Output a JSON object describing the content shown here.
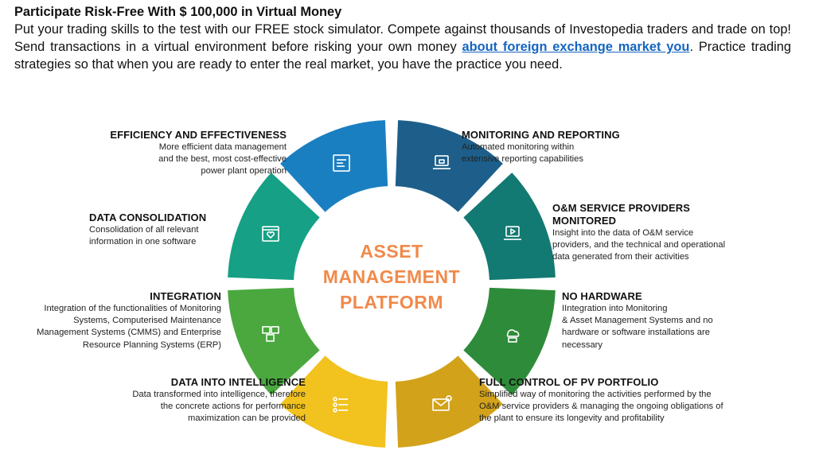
{
  "intro": {
    "headline": "Participate Risk-Free With $ 100,000 in Virtual Money",
    "body_before_link": "Put your trading skills to the test with our FREE stock simulator. Compete against thousands of Investopedia traders and trade on top! Send transactions in a virtual environment before risking your own money ",
    "link_text": "about foreign exchange market you",
    "body_after_link": ". Practice trading strategies so that when you are ready to enter the real market, you have the practice you need."
  },
  "diagram": {
    "center_lines": [
      "ASSET",
      "MANAGEMENT",
      "PLATFORM"
    ],
    "segments": [
      {
        "title": "EFFICIENCY AND EFFECTIVENESS",
        "desc": [
          "More efficient data management",
          "and the best, most cost-effective",
          "power plant operation"
        ],
        "color": "#1a7fc1",
        "icon": "document-chart-icon"
      },
      {
        "title": "MONITORING AND REPORTING",
        "desc": [
          "Automated monitoring within",
          "extensive reporting capabilities"
        ],
        "color": "#1d5f8a",
        "icon": "laptop-chat-icon"
      },
      {
        "title_lines": [
          "O&M SERVICE PROVIDERS",
          "MONITORED"
        ],
        "desc": [
          "Insight into the data of O&M service",
          "providers, and the technical and operational",
          "data generated from their activities"
        ],
        "color": "#127a72",
        "icon": "laptop-video-icon"
      },
      {
        "title": "NO HARDWARE",
        "desc": [
          "IIntegration into Monitoring",
          "& Asset Management Systems and no",
          "hardware or software installations are",
          "necessary"
        ],
        "color": "#2e8b3a",
        "icon": "cloud-server-icon"
      },
      {
        "title": "FULL CONTROL OF PV PORTFOLIO",
        "desc": [
          "Simplified way of monitoring the activities performed by the",
          "O&M service providers & managing the ongoing obligations of",
          "the plant to ensure its longevity and profitability"
        ],
        "color": "#d2a21a",
        "icon": "mail-alert-icon"
      },
      {
        "title": "DATA INTO INTELLIGENCE",
        "desc": [
          "Data transformed into intelligence, therefore",
          "the concrete actions for performance",
          "maximization can be provided"
        ],
        "color": "#f2c21e",
        "icon": "flow-list-icon"
      },
      {
        "title": "INTEGRATION",
        "desc": [
          "Integration of the functionalities of Monitoring",
          "Systems, Computerised Maintenance",
          "Management Systems (CMMS) and Enterprise",
          "Resource Planning Systems (ERP)"
        ],
        "color": "#4aa83f",
        "icon": "puzzle-icon"
      },
      {
        "title": "DATA CONSOLIDATION",
        "desc": [
          "Consolidation of all relevant",
          "information in one software"
        ],
        "color": "#16a085",
        "icon": "browser-heart-icon"
      }
    ]
  }
}
